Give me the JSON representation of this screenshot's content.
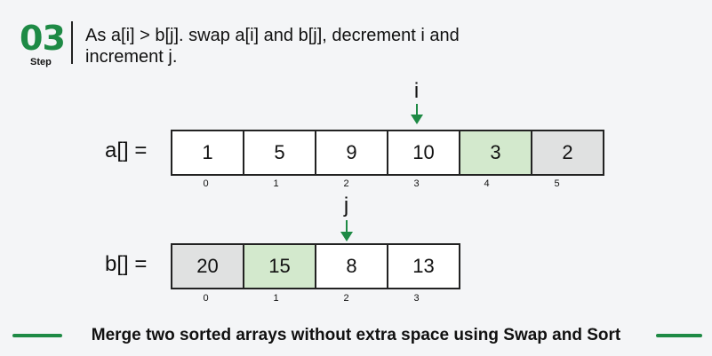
{
  "step": {
    "number": "03",
    "label": "Step",
    "description": "As a[i] > b[j]. swap a[i] and b[j], decrement i and increment j."
  },
  "array_a": {
    "label": "a[] =",
    "cells": [
      {
        "value": "1",
        "index": "0",
        "state": "normal"
      },
      {
        "value": "5",
        "index": "1",
        "state": "normal"
      },
      {
        "value": "9",
        "index": "2",
        "state": "normal"
      },
      {
        "value": "10",
        "index": "3",
        "state": "normal"
      },
      {
        "value": "3",
        "index": "4",
        "state": "green"
      },
      {
        "value": "2",
        "index": "5",
        "state": "gray"
      }
    ]
  },
  "array_b": {
    "label": "b[] =",
    "cells": [
      {
        "value": "20",
        "index": "0",
        "state": "gray"
      },
      {
        "value": "15",
        "index": "1",
        "state": "green"
      },
      {
        "value": "8",
        "index": "2",
        "state": "normal"
      },
      {
        "value": "13",
        "index": "3",
        "state": "normal"
      }
    ]
  },
  "pointers": {
    "i": {
      "label": "i",
      "index": 3
    },
    "j": {
      "label": "j",
      "index": 2
    }
  },
  "footer": "Merge two sorted arrays without extra space using Swap and Sort",
  "colors": {
    "accent": "#1e8a45",
    "green_cell": "#d3e9cd",
    "gray_cell": "#e0e1e1"
  }
}
